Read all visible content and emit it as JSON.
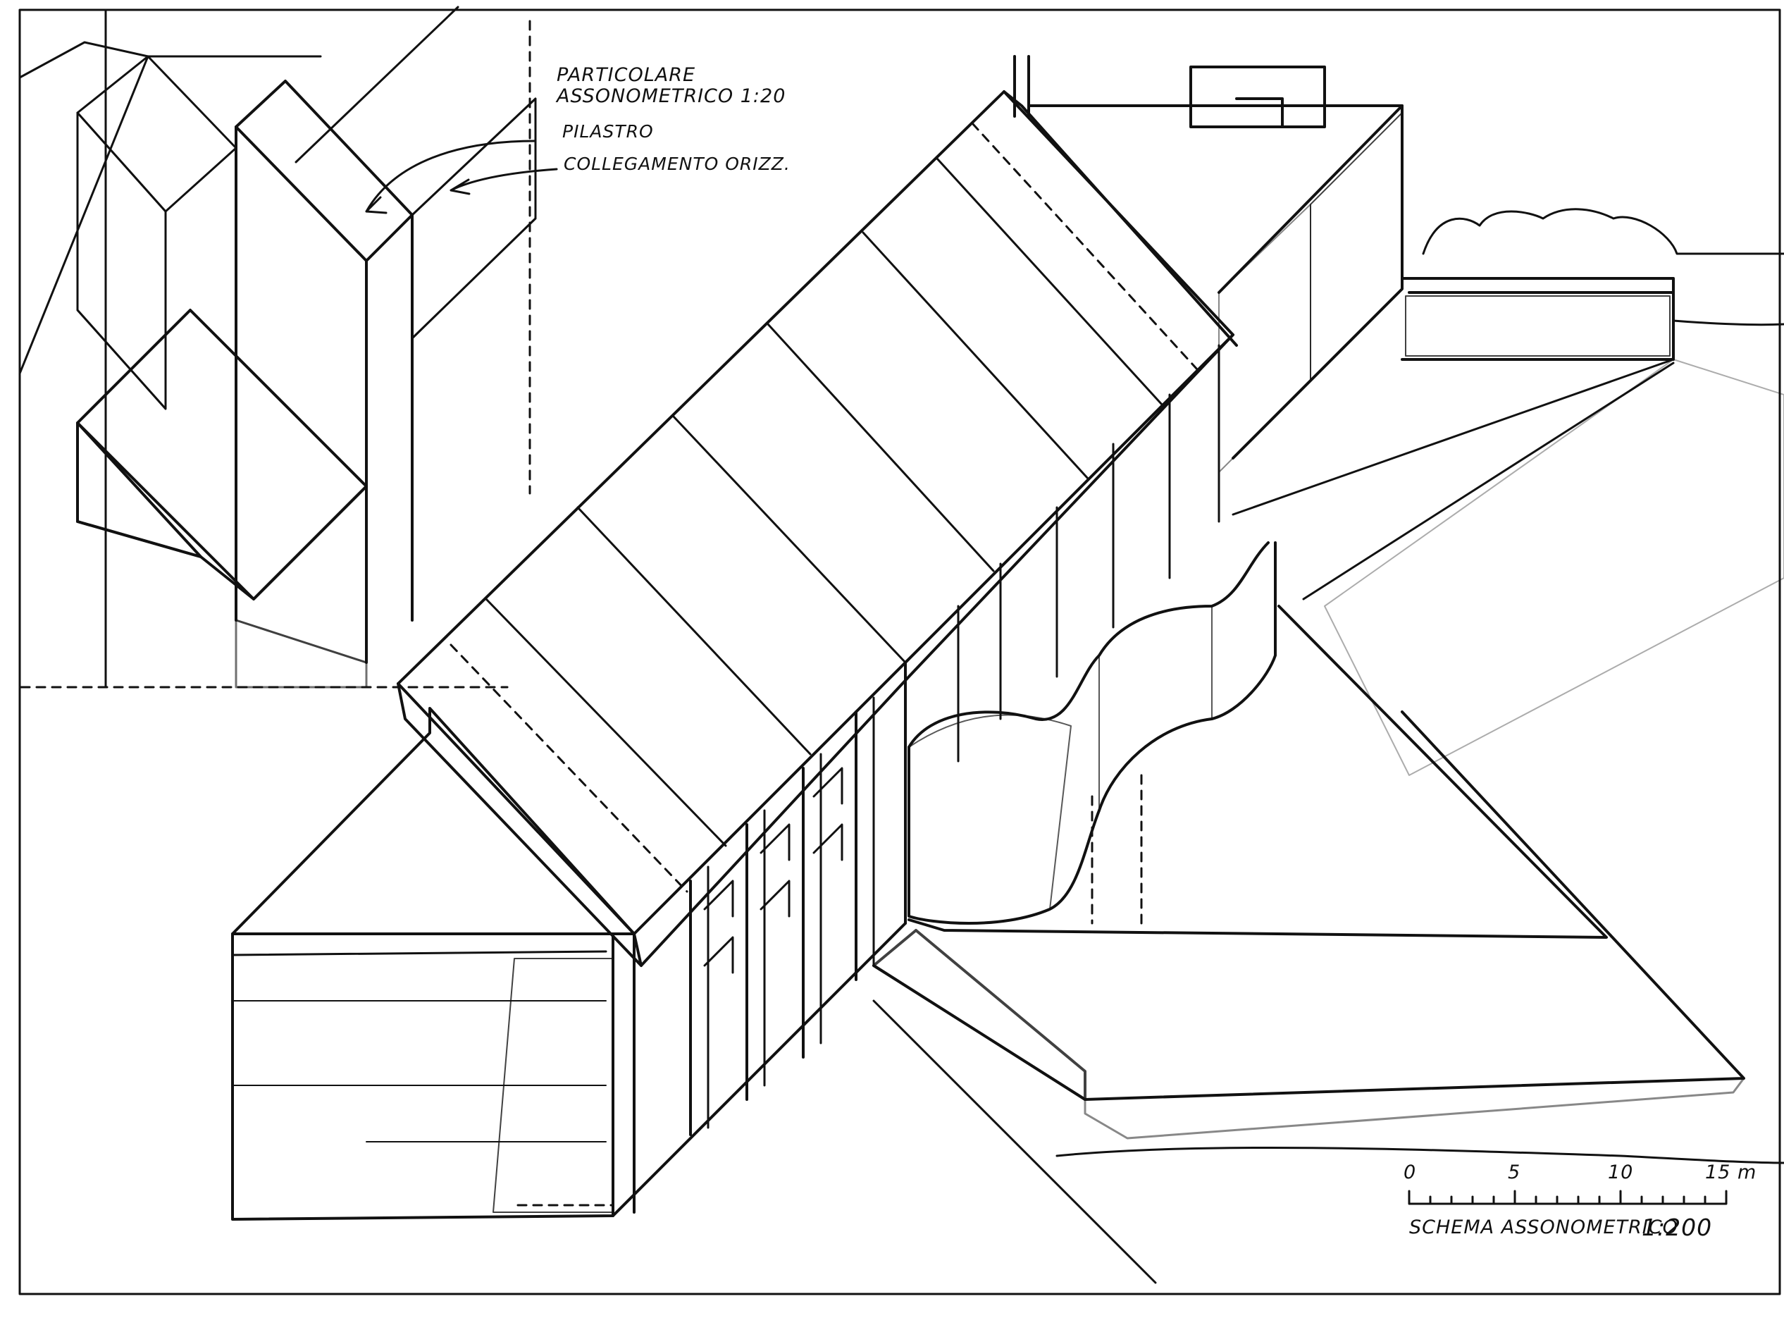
{
  "detail": {
    "title_line1": "PARTICOLARE",
    "title_line2": "ASSONOMETRICO 1:20",
    "label_pilastro": "PILASTRO",
    "label_collegamento": "COLLEGAMENTO ORIZZ."
  },
  "scale_bar": {
    "ticks": [
      "0",
      "5",
      "10",
      "15 m"
    ],
    "caption": "SCHEMA ASSONOMETRICO",
    "scale": "1:200"
  }
}
